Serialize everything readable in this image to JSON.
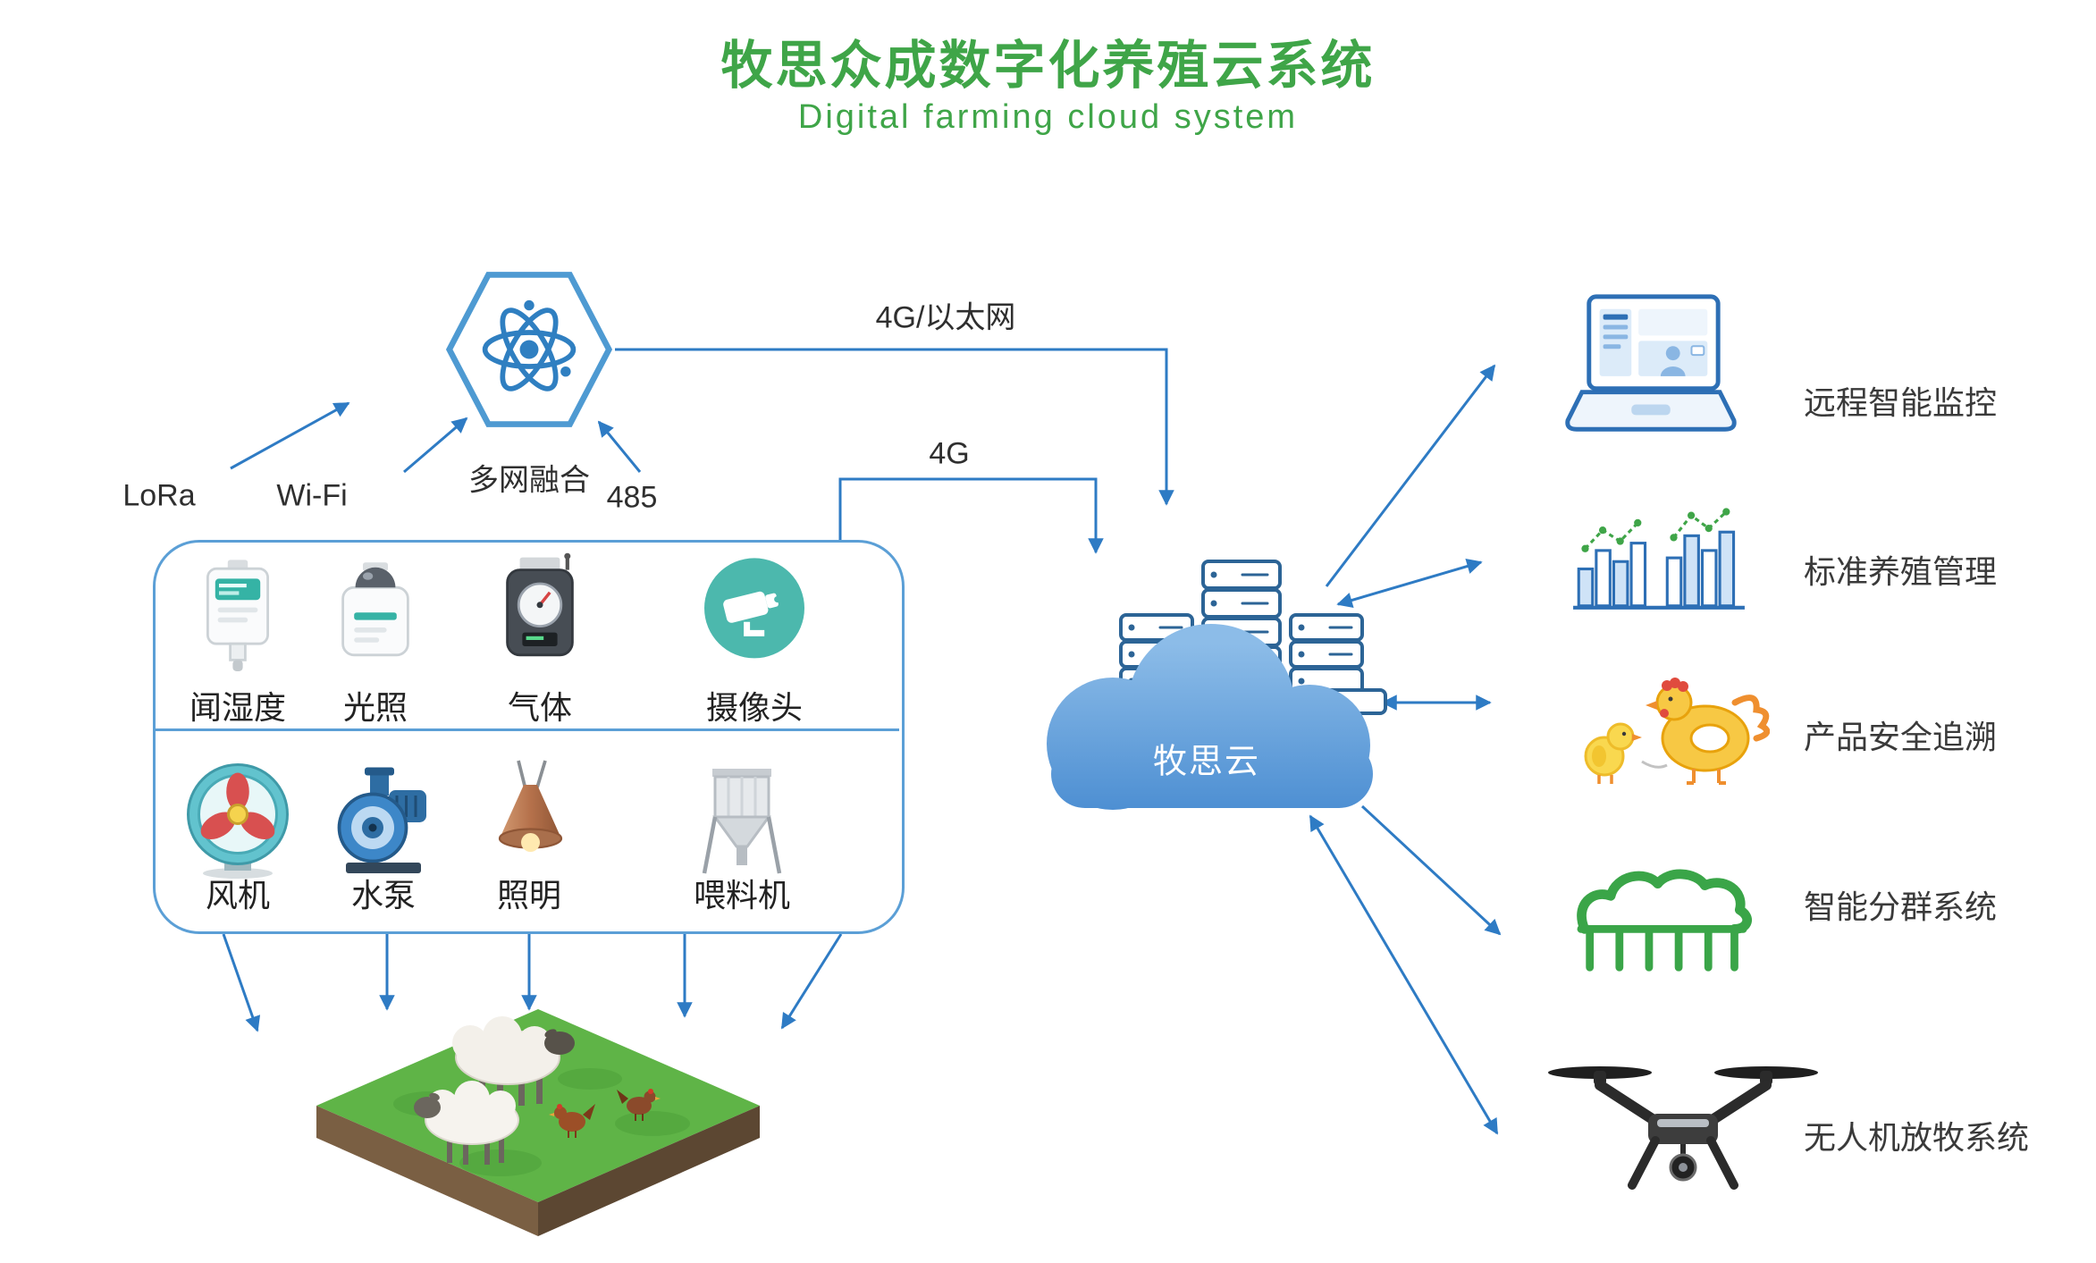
{
  "title": "牧思众成数字化养殖云系统",
  "subtitle": "Digital farming cloud system",
  "network": {
    "hub_label": "多网融合",
    "lora": "LoRa",
    "wifi": "Wi-Fi",
    "rs485": "485",
    "link_ethernet": "4G/以太网",
    "link_4g": "4G"
  },
  "gateway_box": {
    "sensors": [
      {
        "label": "闻湿度",
        "icon": "temp-humidity-sensor-icon"
      },
      {
        "label": "光照",
        "icon": "light-sensor-icon"
      },
      {
        "label": "气体",
        "icon": "gas-sensor-icon"
      },
      {
        "label": "摄像头",
        "icon": "camera-icon"
      }
    ],
    "actuators": [
      {
        "label": "风机",
        "icon": "fan-icon"
      },
      {
        "label": "水泵",
        "icon": "water-pump-icon"
      },
      {
        "label": "照明",
        "icon": "lighting-icon"
      },
      {
        "label": "喂料机",
        "icon": "feeder-icon"
      }
    ]
  },
  "cloud": {
    "label": "牧思云"
  },
  "features": [
    {
      "label": "远程智能监控",
      "icon": "monitor-icon"
    },
    {
      "label": "标准养殖管理",
      "icon": "bar-chart-icon"
    },
    {
      "label": "产品安全追溯",
      "icon": "poultry-icon"
    },
    {
      "label": "智能分群系统",
      "icon": "pen-fence-icon"
    },
    {
      "label": "无人机放牧系统",
      "icon": "drone-icon"
    }
  ],
  "colors": {
    "accent_green": "#3fa548",
    "line_blue": "#2e7bc4",
    "box_border": "#5b9fd6",
    "cloud_blue": "#4c8ed2",
    "camera_teal": "#4cb8ad"
  }
}
